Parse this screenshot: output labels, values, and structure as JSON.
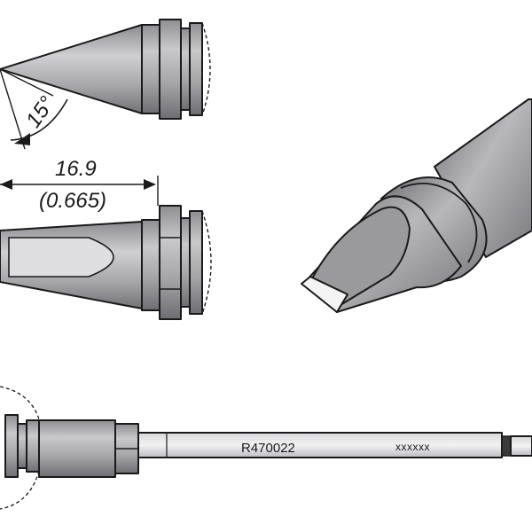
{
  "drawing": {
    "angle_label": "15°",
    "length_mm": "16.9",
    "length_in": "(0.665)",
    "part_number": "R470022",
    "marking": "xxxxxx",
    "colors": {
      "body_fill": "#a9a9ab",
      "body_light": "#cfcfd1",
      "body_dark": "#7e7e82",
      "tip_face": "#f4f4f4",
      "line": "#1a1a1a"
    }
  }
}
